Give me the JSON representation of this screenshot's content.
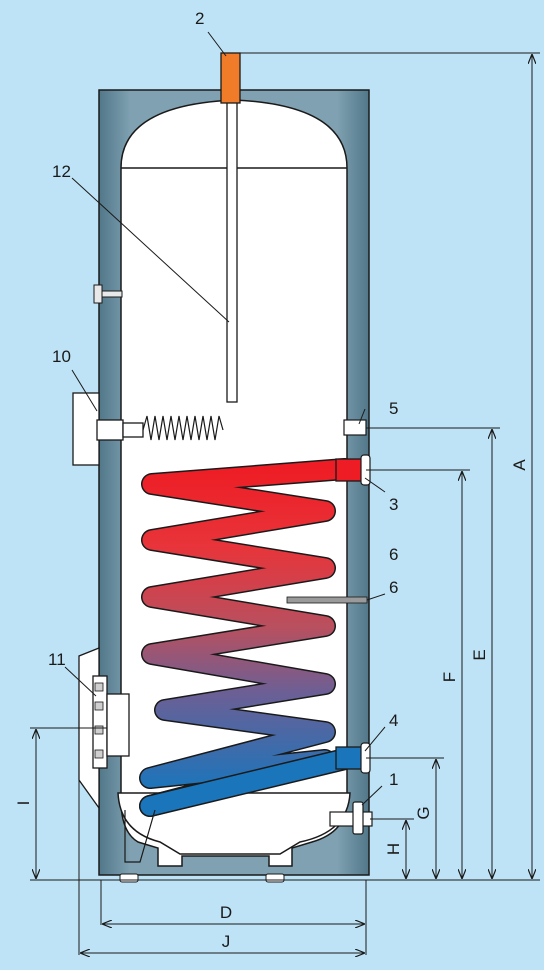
{
  "title": "",
  "background_color": "#bfe3f6",
  "colors": {
    "insulation": "#5f879a",
    "tank_inner": "#ffffff",
    "coil_hot": "#ee1c24",
    "coil_cold": "#1b75bb",
    "anode_cap": "#f07b28",
    "outline": "#1a1a1a"
  },
  "component_labels": [
    {
      "id": "1",
      "text": "1"
    },
    {
      "id": "2",
      "text": "2"
    },
    {
      "id": "3",
      "text": "3"
    },
    {
      "id": "4",
      "text": "4"
    },
    {
      "id": "5",
      "text": "5"
    },
    {
      "id": "6a",
      "text": "6"
    },
    {
      "id": "6b",
      "text": "6"
    },
    {
      "id": "10",
      "text": "10"
    },
    {
      "id": "11",
      "text": "11"
    },
    {
      "id": "12",
      "text": "12"
    }
  ],
  "dimension_labels": {
    "A": "A",
    "D": "D",
    "E": "E",
    "F": "F",
    "G": "G",
    "H": "H",
    "I": "I",
    "J": "J"
  }
}
